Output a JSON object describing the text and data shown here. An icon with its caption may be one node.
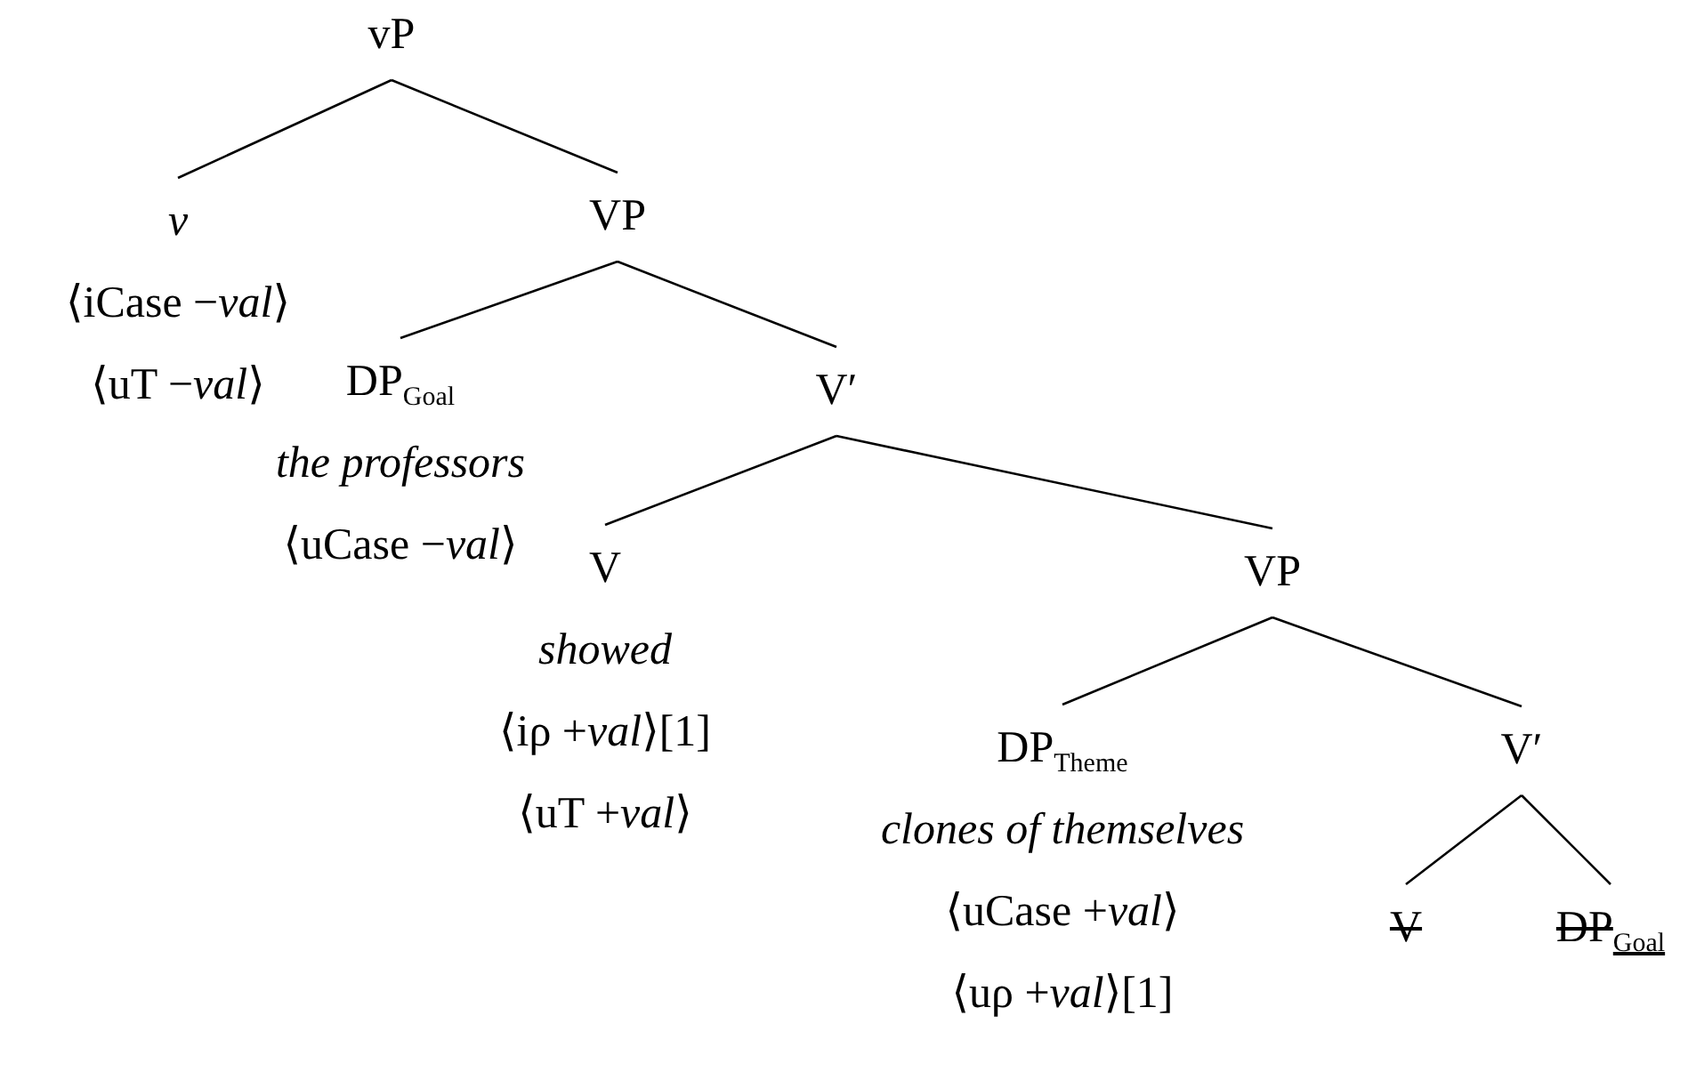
{
  "diagram": {
    "nodes": [
      {
        "text": [
          "vP"
        ]
      },
      {
        "text": [
          "*v*",
          "⟨iCase −*val*⟩",
          "⟨uT −*val*⟩"
        ]
      },
      {
        "text": [
          "VP"
        ]
      },
      {
        "text": [
          "DP$_{Goal}$",
          "*the professors*",
          "⟨uCase −*val*⟩"
        ]
      },
      {
        "text": [
          "V′"
        ]
      },
      {
        "text": [
          "V",
          "*showed*",
          "⟨iρ +*val*⟩[1]",
          "⟨uT +*val*⟩"
        ]
      },
      {
        "text": [
          "VP"
        ]
      },
      {
        "text": [
          "DP$_{Theme}$",
          "*clones of themselves*",
          "⟨uCase +*val*⟩",
          "⟨uρ +*val*⟩[1]"
        ]
      },
      {
        "text": [
          "V′"
        ]
      },
      {
        "text": [
          "V"
        ]
      },
      {
        "text": [
          "DP$_{Goal}$"
        ]
      }
    ],
    "edges": [
      {
        "from": 0,
        "to": 1,
        "arrow": "none"
      },
      {
        "from": 0,
        "to": 2,
        "arrow": "none"
      },
      {
        "from": 2,
        "to": 3,
        "arrow": "none"
      },
      {
        "from": 2,
        "to": 4,
        "arrow": "none"
      },
      {
        "from": 4,
        "to": 5,
        "arrow": "none"
      },
      {
        "from": 4,
        "to": 6,
        "arrow": "none"
      },
      {
        "from": 6,
        "to": 7,
        "arrow": "none"
      },
      {
        "from": 6,
        "to": 8,
        "arrow": "none"
      },
      {
        "from": 8,
        "to": 9,
        "arrow": "none"
      },
      {
        "from": 8,
        "to": 10,
        "arrow": "none"
      }
    ]
  }
}
